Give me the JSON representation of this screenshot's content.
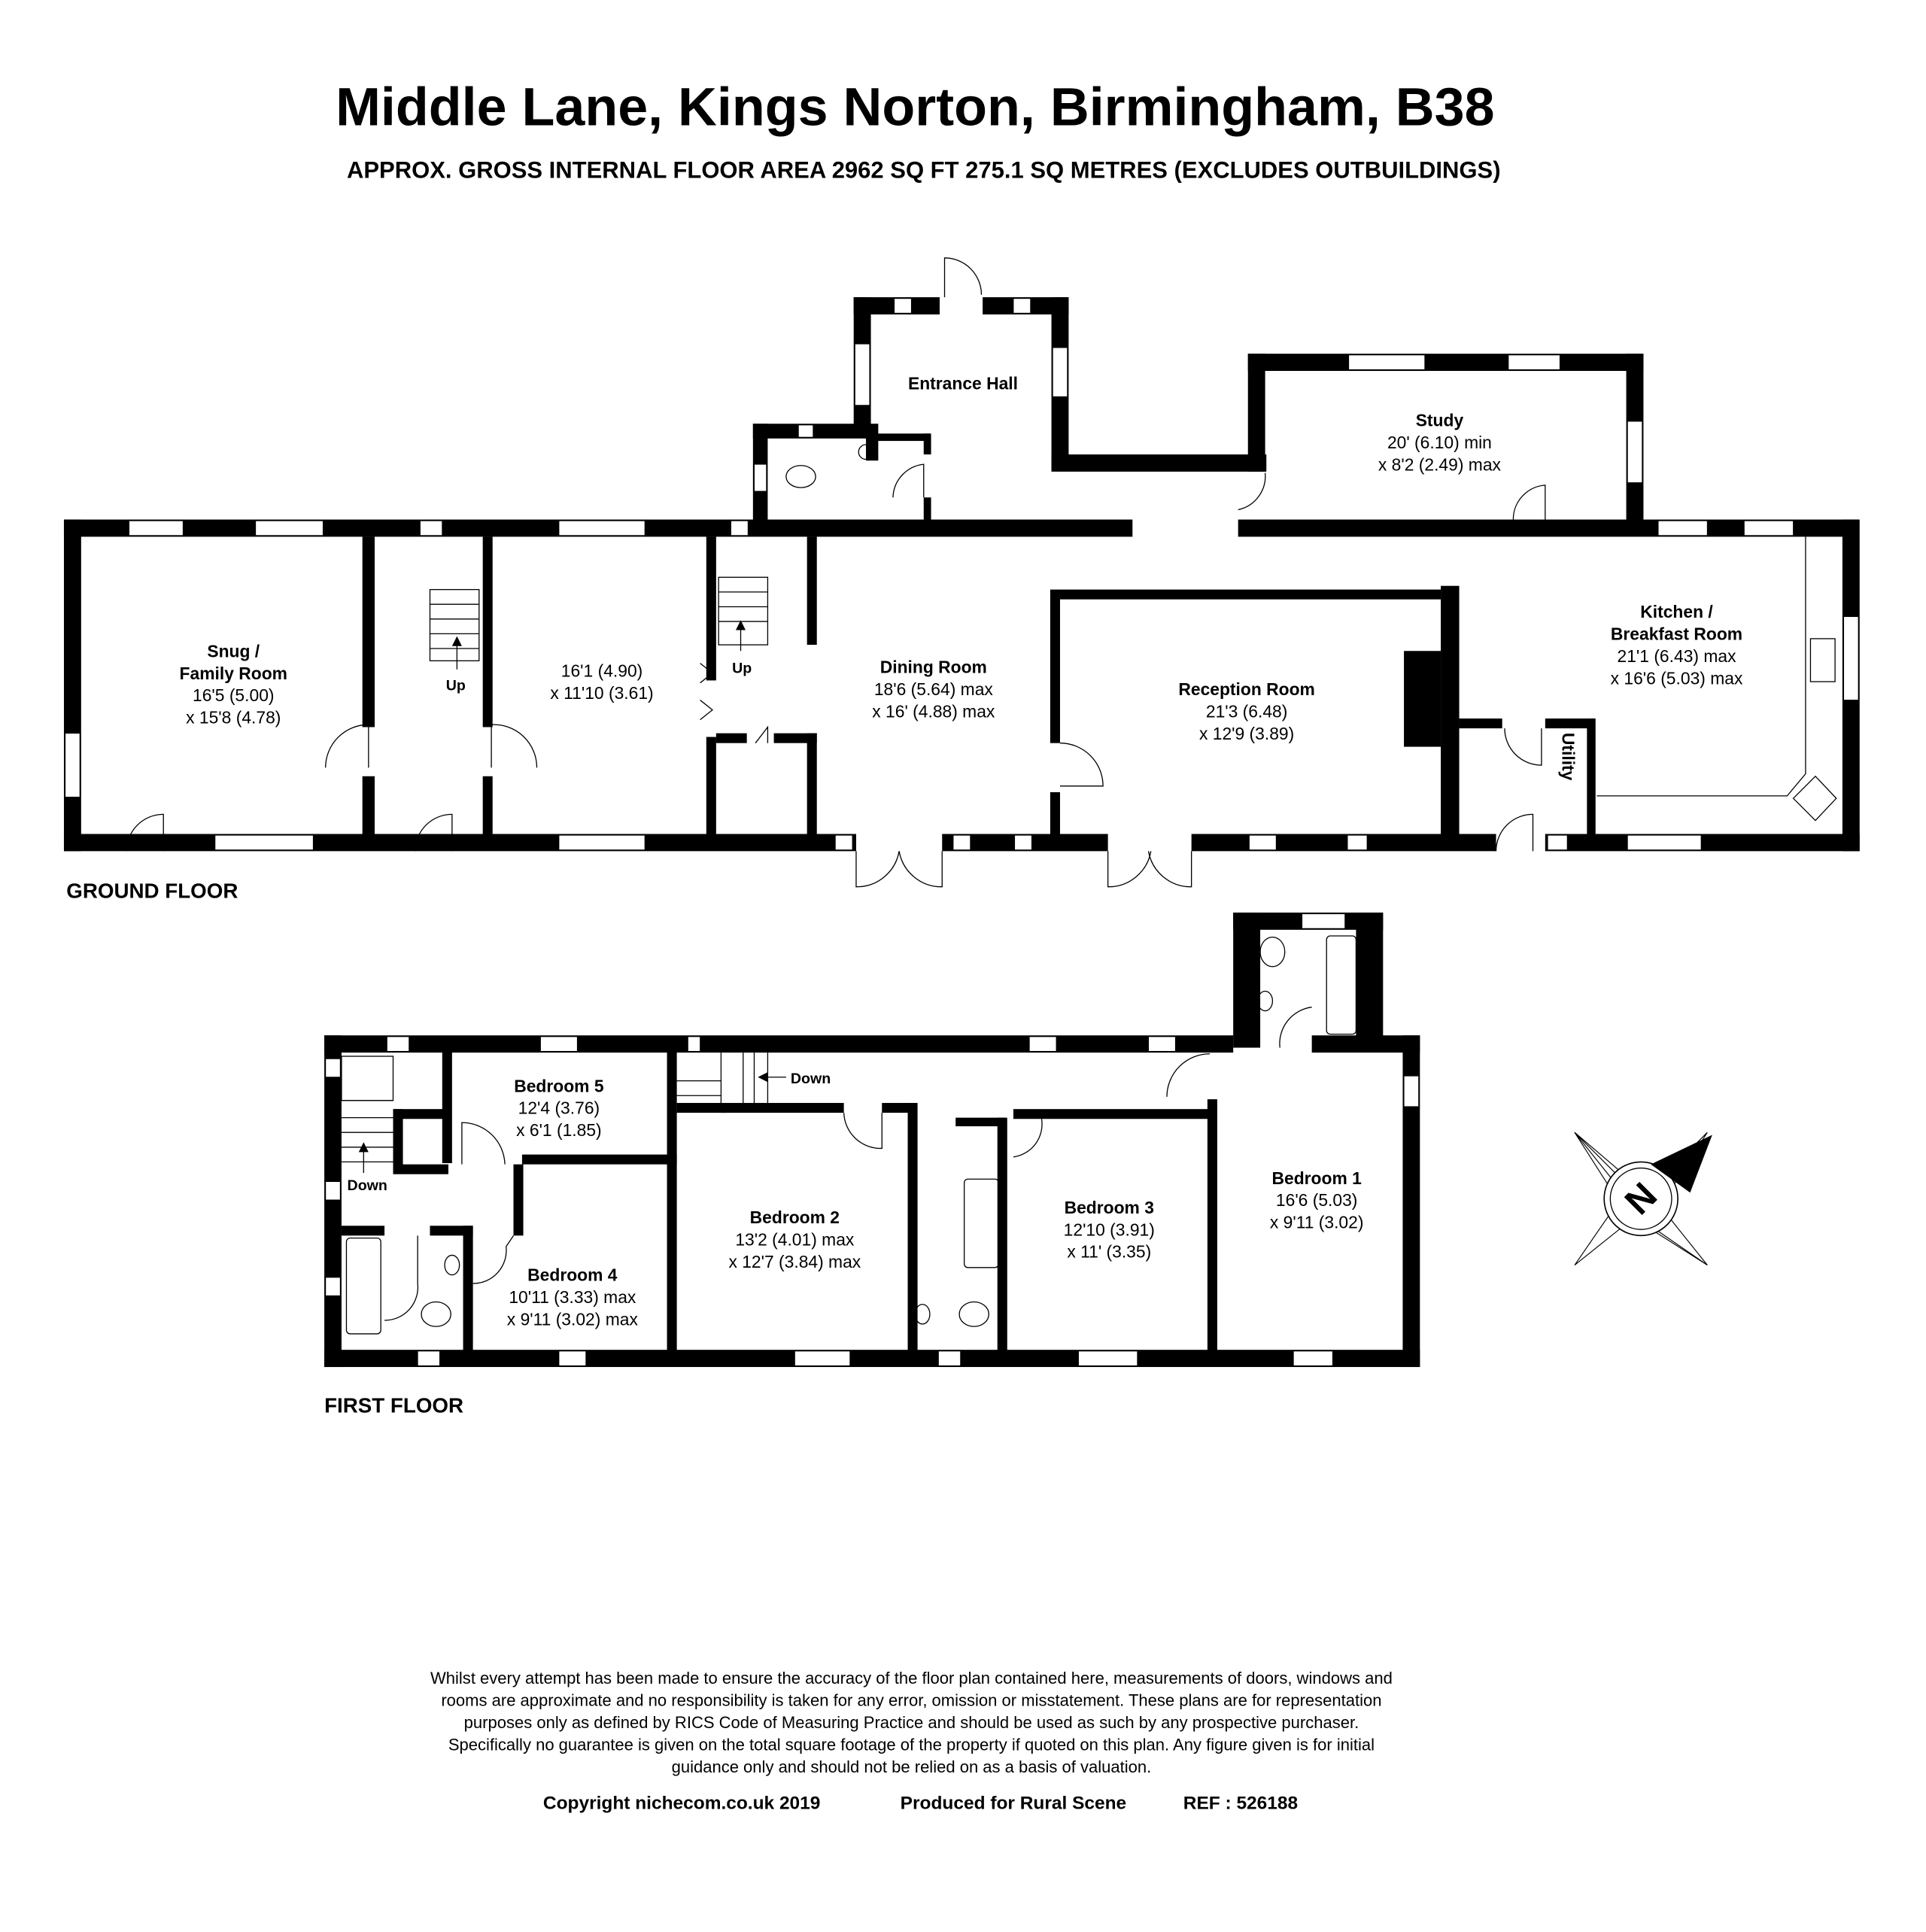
{
  "header": {
    "title": "Middle Lane, Kings Norton, Birmingham, B38",
    "subtitle": "APPROX. GROSS INTERNAL FLOOR AREA 2962 SQ FT 275.1 SQ METRES (EXCLUDES OUTBUILDINGS)"
  },
  "ground_floor": {
    "label": "GROUND FLOOR",
    "rooms": [
      {
        "name": "Snug /",
        "name2": "Family Room",
        "dim1": "16'5 (5.00)",
        "dim2": "x 15'8 (4.78)"
      },
      {
        "name": "",
        "dim1": "16'1 (4.90)",
        "dim2": "x 11'10 (3.61)"
      },
      {
        "name": "Dining Room",
        "dim1": "18'6 (5.64) max",
        "dim2": "x 16' (4.88) max"
      },
      {
        "name": "Entrance Hall"
      },
      {
        "name": "Study",
        "dim1": "20' (6.10) min",
        "dim2": "x 8'2 (2.49) max"
      },
      {
        "name": "Reception Room",
        "dim1": "21'3 (6.48)",
        "dim2": "x 12'9 (3.89)"
      },
      {
        "name": "Kitchen /",
        "name2": "Breakfast Room",
        "dim1": "21'1 (6.43) max",
        "dim2": "x 16'6 (5.03) max"
      },
      {
        "name": "Utility"
      }
    ],
    "stairs": [
      "Up",
      "Up"
    ]
  },
  "first_floor": {
    "label": "FIRST FLOOR",
    "rooms": [
      {
        "name": "Bedroom 5",
        "dim1": "12'4 (3.76)",
        "dim2": "x 6'1 (1.85)"
      },
      {
        "name": "Bedroom 4",
        "dim1": "10'11 (3.33) max",
        "dim2": "x 9'11 (3.02) max"
      },
      {
        "name": "Bedroom 2",
        "dim1": "13'2 (4.01) max",
        "dim2": "x 12'7 (3.84) max"
      },
      {
        "name": "Bedroom 3",
        "dim1": "12'10 (3.91)",
        "dim2": "x 11' (3.35)"
      },
      {
        "name": "Bedroom 1",
        "dim1": "16'6 (5.03)",
        "dim2": "x 9'11 (3.02)"
      }
    ],
    "stairs": [
      "Down",
      "Down"
    ]
  },
  "compass": {
    "label": "N"
  },
  "disclaimer": [
    "Whilst every attempt has been made to ensure the accuracy of the floor plan contained here, measurements of doors, windows and",
    "rooms are approximate and no responsibility is taken for any error, omission or misstatement. These plans are for representation",
    "purposes only as defined by RICS Code of Measuring Practice and should be used as such by any prospective purchaser.",
    "Specifically no guarantee is given on the total square footage of the property if quoted on this plan. Any figure given is for initial",
    "guidance only and should not be relied on as a basis of valuation."
  ],
  "footer": {
    "copyright": "Copyright nichecom.co.uk 2019",
    "produced": "Produced for Rural Scene",
    "ref": "REF :  526188"
  }
}
